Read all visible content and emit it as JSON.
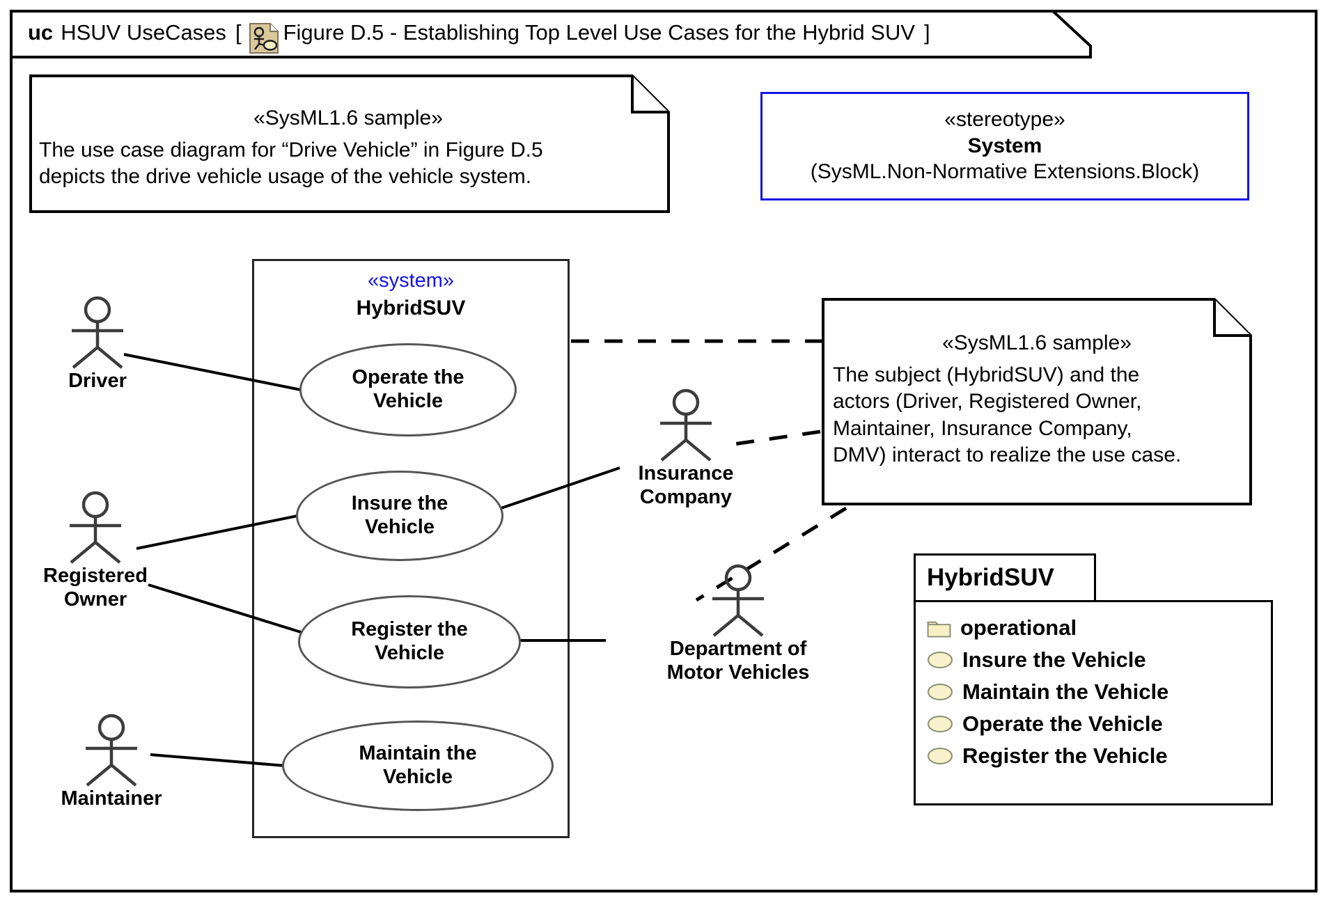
{
  "diagram": {
    "kind_keyword": "uc",
    "model_name": "HSUV UseCases",
    "bracket_open": "[",
    "bracket_close": "]",
    "frame_title": "Figure D.5 - Establishing Top Level Use Cases for the Hybrid SUV",
    "frame_icon": "use-case-diagram-icon"
  },
  "notes": [
    {
      "stereotype": "«SysML1.6 sample»",
      "lines": [
        "The use case diagram for “Drive Vehicle” in Figure D.5",
        "depicts the drive vehicle usage of the vehicle system."
      ]
    },
    {
      "stereotype": "«SysML1.6 sample»",
      "lines": [
        "The subject (HybridSUV) and the",
        "actors (Driver, Registered Owner,",
        "Maintainer, Insurance Company,",
        "DMV) interact to realize the use case."
      ]
    }
  ],
  "stereotype_box": {
    "keyword": "«stereotype»",
    "name": "System",
    "qualified_name": "(SysML.Non-Normative Extensions.Block)",
    "border_color": "#1414e6"
  },
  "system_boundary": {
    "keyword": "«system»",
    "keyword_color": "#1414e6",
    "name": "HybridSUV"
  },
  "use_cases": [
    {
      "id": "operate",
      "line1": "Operate the",
      "line2": "Vehicle"
    },
    {
      "id": "insure",
      "line1": "Insure the",
      "line2": "Vehicle"
    },
    {
      "id": "register",
      "line1": "Register the",
      "line2": "Vehicle"
    },
    {
      "id": "maintain",
      "line1": "Maintain the",
      "line2": "Vehicle"
    }
  ],
  "actors": [
    {
      "id": "driver",
      "line1": "Driver",
      "line2": ""
    },
    {
      "id": "owner",
      "line1": "Registered",
      "line2": "Owner"
    },
    {
      "id": "maintainer",
      "line1": "Maintainer",
      "line2": ""
    },
    {
      "id": "insurance",
      "line1": "Insurance",
      "line2": "Company"
    },
    {
      "id": "dmv",
      "line1": "Department of",
      "line2": "Motor Vehicles"
    }
  ],
  "package": {
    "title": "HybridSUV",
    "items": [
      {
        "icon": "folder-icon",
        "label": "operational"
      },
      {
        "icon": "ellipse-icon",
        "label": "Insure the Vehicle"
      },
      {
        "icon": "ellipse-icon",
        "label": "Maintain the Vehicle"
      },
      {
        "icon": "ellipse-icon",
        "label": "Operate the Vehicle"
      },
      {
        "icon": "ellipse-icon",
        "label": "Register the Vehicle"
      }
    ]
  },
  "colors": {
    "stereotype_blue": "#1414e6",
    "icon_fill": "#d9c89a",
    "folder_fill": "#f7f0c4",
    "ellipse_fill": "#f7f2cc",
    "line": "#000000",
    "actor_stroke": "#3c3c3c"
  }
}
